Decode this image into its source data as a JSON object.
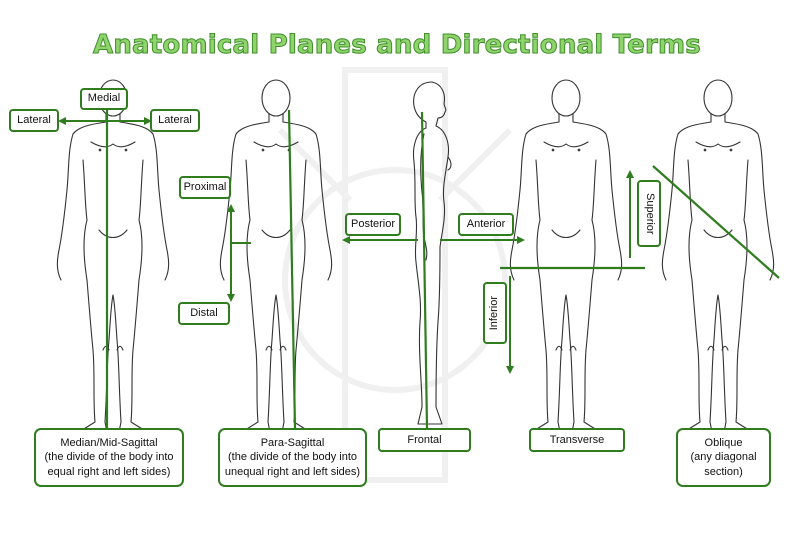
{
  "title": "Anatomical Planes and Directional Terms",
  "directional_terms": {
    "medial": "Medial",
    "lateral_left": "Lateral",
    "lateral_right": "Lateral",
    "proximal": "Proximal",
    "distal": "Distal",
    "posterior": "Posterior",
    "anterior": "Anterior",
    "superior": "Superior",
    "inferior": "Inferior"
  },
  "planes": [
    {
      "line1": "Median/Mid-Sagittal",
      "line2": "(the divide of the body into",
      "line3": "equal right and left sides)"
    },
    {
      "line1": "Para-Sagittal",
      "line2": "(the divide of the body into",
      "line3": "unequal right and left sides)"
    },
    {
      "line1": "Frontal"
    },
    {
      "line1": "Transverse"
    },
    {
      "line1": "Oblique",
      "line2": "(any diagonal",
      "line3": "section)"
    }
  ],
  "colors": {
    "accent": "#2f7d1f",
    "title_fill": "#8ed36b",
    "figure_line": "#333333"
  }
}
